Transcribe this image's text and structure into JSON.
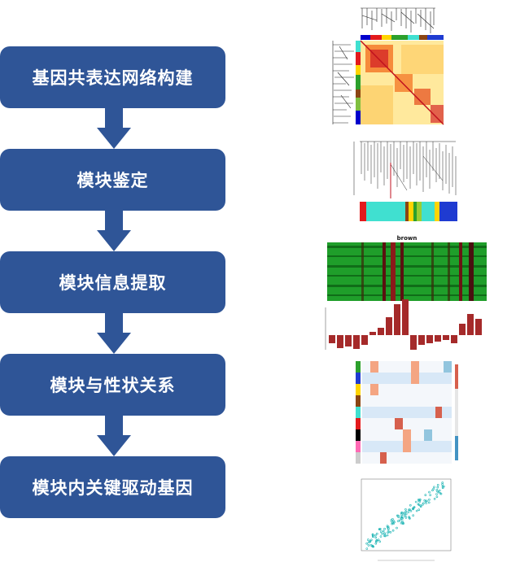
{
  "steps": [
    {
      "label": "基因共表达网络构建"
    },
    {
      "label": "模块鉴定"
    },
    {
      "label": "模块信息提取"
    },
    {
      "label": "模块与性状关系"
    },
    {
      "label": "模块内关键驱动基因"
    }
  ],
  "figures": {
    "eigengene_heatmap": {
      "title": "brown"
    }
  },
  "colors": {
    "box": "#2f5597",
    "arrow": "#2f5597",
    "bar": "#a52a2a",
    "scatter": "#1ab3b3"
  }
}
